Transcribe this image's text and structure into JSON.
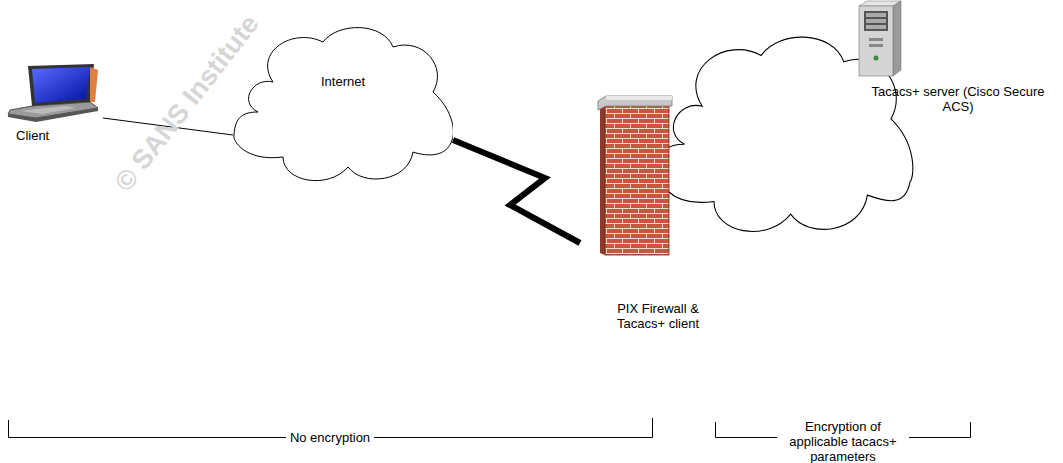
{
  "diagram": {
    "nodes": [
      {
        "text": [
          "Client"
        ]
      },
      {
        "text": [
          "Internet"
        ]
      },
      {
        "text": [
          "PIX Firewall & Tacacs+ client"
        ]
      },
      {
        "text": [
          "Tacacs+ server (Cisco Secure ACS)"
        ]
      }
    ],
    "edges": [
      {
        "from": 0,
        "to": 1,
        "arrow": "none"
      },
      {
        "from": 1,
        "to": 2,
        "arrow": "none"
      }
    ],
    "labels": [
      "© SANS Institute",
      "No encryption",
      "Encryption of applicable tacacs+ parameters"
    ]
  }
}
